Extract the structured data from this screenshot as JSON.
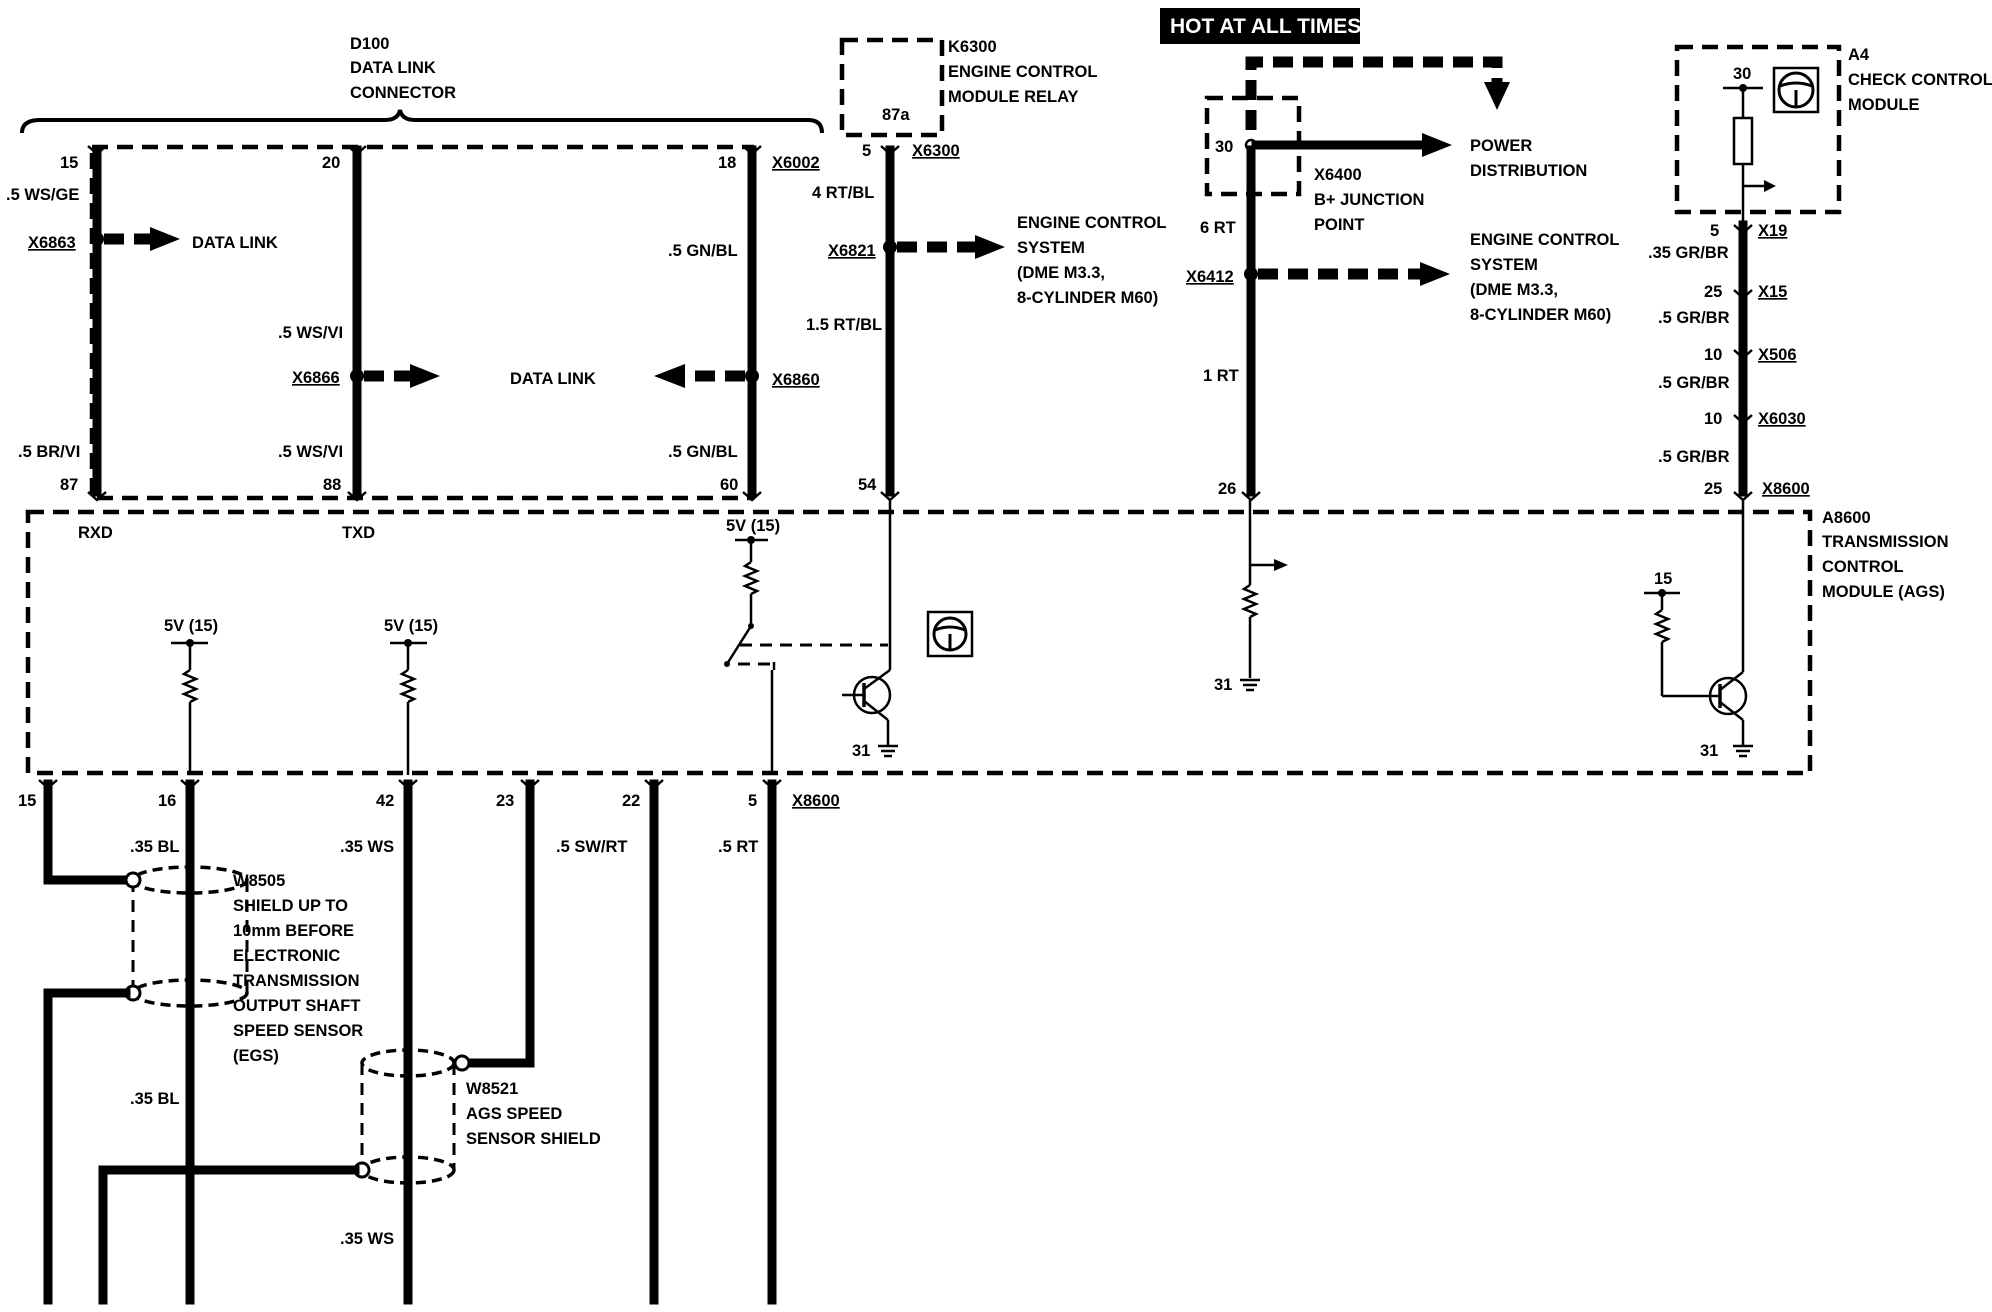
{
  "title_banner": "HOT AT ALL TIMES",
  "components": {
    "d100": {
      "id": "D100",
      "line1": "DATA LINK",
      "line2": "CONNECTOR"
    },
    "k6300": {
      "id": "K6300",
      "line1": "ENGINE CONTROL",
      "line2": "MODULE RELAY",
      "pin": "87a"
    },
    "x6400": {
      "id": "X6400",
      "line1": "B+ JUNCTION",
      "line2": "POINT",
      "pin": "30"
    },
    "a4": {
      "id": "A4",
      "line1": "CHECK CONTROL",
      "line2": "MODULE",
      "pin": "30"
    },
    "a8600": {
      "id": "A8600",
      "line1": "TRANSMISSION",
      "line2": "CONTROL",
      "line3": "MODULE (AGS)"
    },
    "w8505": {
      "id": "W8505",
      "lines": [
        "SHIELD UP TO",
        "10mm BEFORE",
        "ELECTRONIC",
        "TRANSMISSION",
        "OUTPUT SHAFT",
        "SPEED SENSOR",
        "(EGS)"
      ]
    },
    "w8521": {
      "id": "W8521",
      "lines": [
        "AGS SPEED",
        "SENSOR SHIELD"
      ]
    }
  },
  "arrows": {
    "data_link_left": "DATA LINK",
    "data_link_mid": "DATA LINK",
    "ecs1": {
      "lines": [
        "ENGINE CONTROL",
        "SYSTEM",
        "(DME M3.3,",
        "8-CYLINDER M60)"
      ]
    },
    "ecs2": {
      "lines": [
        "ENGINE CONTROL",
        "SYSTEM",
        "(DME M3.3,",
        "8-CYLINDER M60)"
      ]
    },
    "power": {
      "lines": [
        "POWER",
        "DISTRIBUTION"
      ]
    }
  },
  "connectors": {
    "x6863": "X6863",
    "x6866": "X6866",
    "x6860": "X6860",
    "x6002": "X6002",
    "x6300": "X6300",
    "x6821": "X6821",
    "x6412": "X6412",
    "x19": "X19",
    "x15": "X15",
    "x506": "X506",
    "x6030": "X6030",
    "x8600_top": "X8600",
    "x8600_bottom": "X8600"
  },
  "wires": {
    "w15_top": ".5 WS/GE",
    "w15_bot": ".5 BR/VI",
    "w20_mid": ".5 WS/VI",
    "w20_bot": ".5 WS/VI",
    "w18_mid": ".5 GN/BL",
    "w18_bot": ".5 GN/BL",
    "relay_top": "4 RT/BL",
    "relay_bot": "1.5 RT/BL",
    "bplus_top": "6 RT",
    "bplus_bot": "1 RT",
    "cc_1": ".35 GR/BR",
    "cc_2": ".5 GR/BR",
    "cc_3": ".5 GR/BR",
    "cc_4": ".5 GR/BR",
    "b16": ".35 BL",
    "b16_low": ".35 BL",
    "b42": ".35 WS",
    "b42_low": ".35 WS",
    "b23": ".5 SW/RT",
    "b5": ".5 RT"
  },
  "pins": {
    "d15": "15",
    "d20": "20",
    "d18": "18",
    "t87": "87",
    "t88": "88",
    "t60": "60",
    "t54": "54",
    "t26": "26",
    "t25": "25",
    "relay5": "5",
    "a4_5": "5",
    "x15_25": "25",
    "x506_10": "10",
    "x6030_10": "10",
    "b15": "15",
    "b16": "16",
    "b42": "42",
    "b23": "23",
    "b22": "22",
    "b5": "5"
  },
  "signals": {
    "rxd": "RXD",
    "txd": "TXD"
  },
  "internal": {
    "v5_switch": "5V (15)",
    "v5_a": "5V (15)",
    "v5_b": "5V (15)",
    "v15": "15",
    "gnd_a": "31",
    "gnd_b": "31",
    "gnd_c": "31"
  }
}
